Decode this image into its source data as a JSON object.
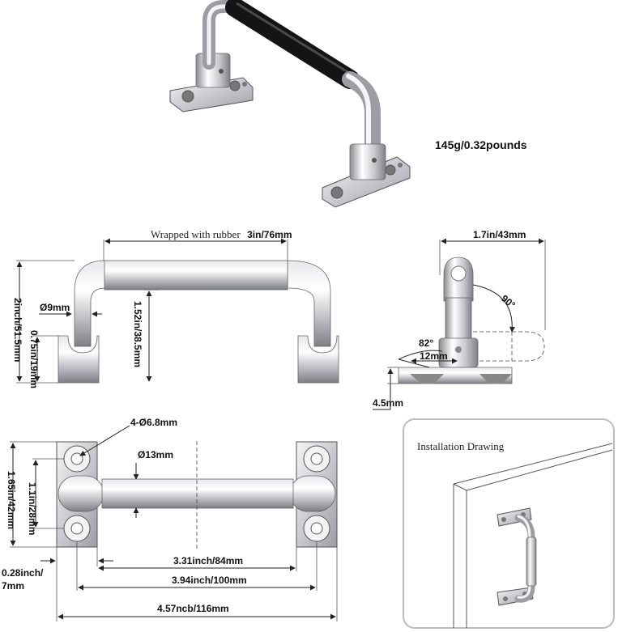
{
  "weight": "145g/0.32pounds",
  "front_view": {
    "wrapped_prefix": "Wrapped with rubber",
    "wrapped_size": "3in/76mm",
    "height_total": "2inch/51.5mm",
    "diameter": "Ø9mm",
    "height_base": "0.75in/19mm",
    "height_inner": "1.52in/38.5mm"
  },
  "side_view": {
    "width": "1.7in/43mm",
    "angle_top": "90°",
    "angle_bottom": "82°",
    "slot": "12mm",
    "thickness": "4.5mm"
  },
  "top_view": {
    "holes": "4-Ø6.8mm",
    "tube_diameter": "Ø13mm",
    "plate_height": "1.65in/42mm",
    "hole_spacing": "1.1in/28mm",
    "plate_width_line1": "0.28inch/",
    "plate_width_line2": "7mm",
    "inner_span": "3.31inch/84mm",
    "hole_span": "3.94inch/100mm",
    "total_span": "4.57ncb/116mm"
  },
  "installation": {
    "title": "Installation Drawing"
  },
  "colors": {
    "metal_light": "#f2f2f4",
    "metal_dark": "#8a8a90",
    "rubber": "#1a1a1a",
    "frame": "#bdbdbd"
  }
}
